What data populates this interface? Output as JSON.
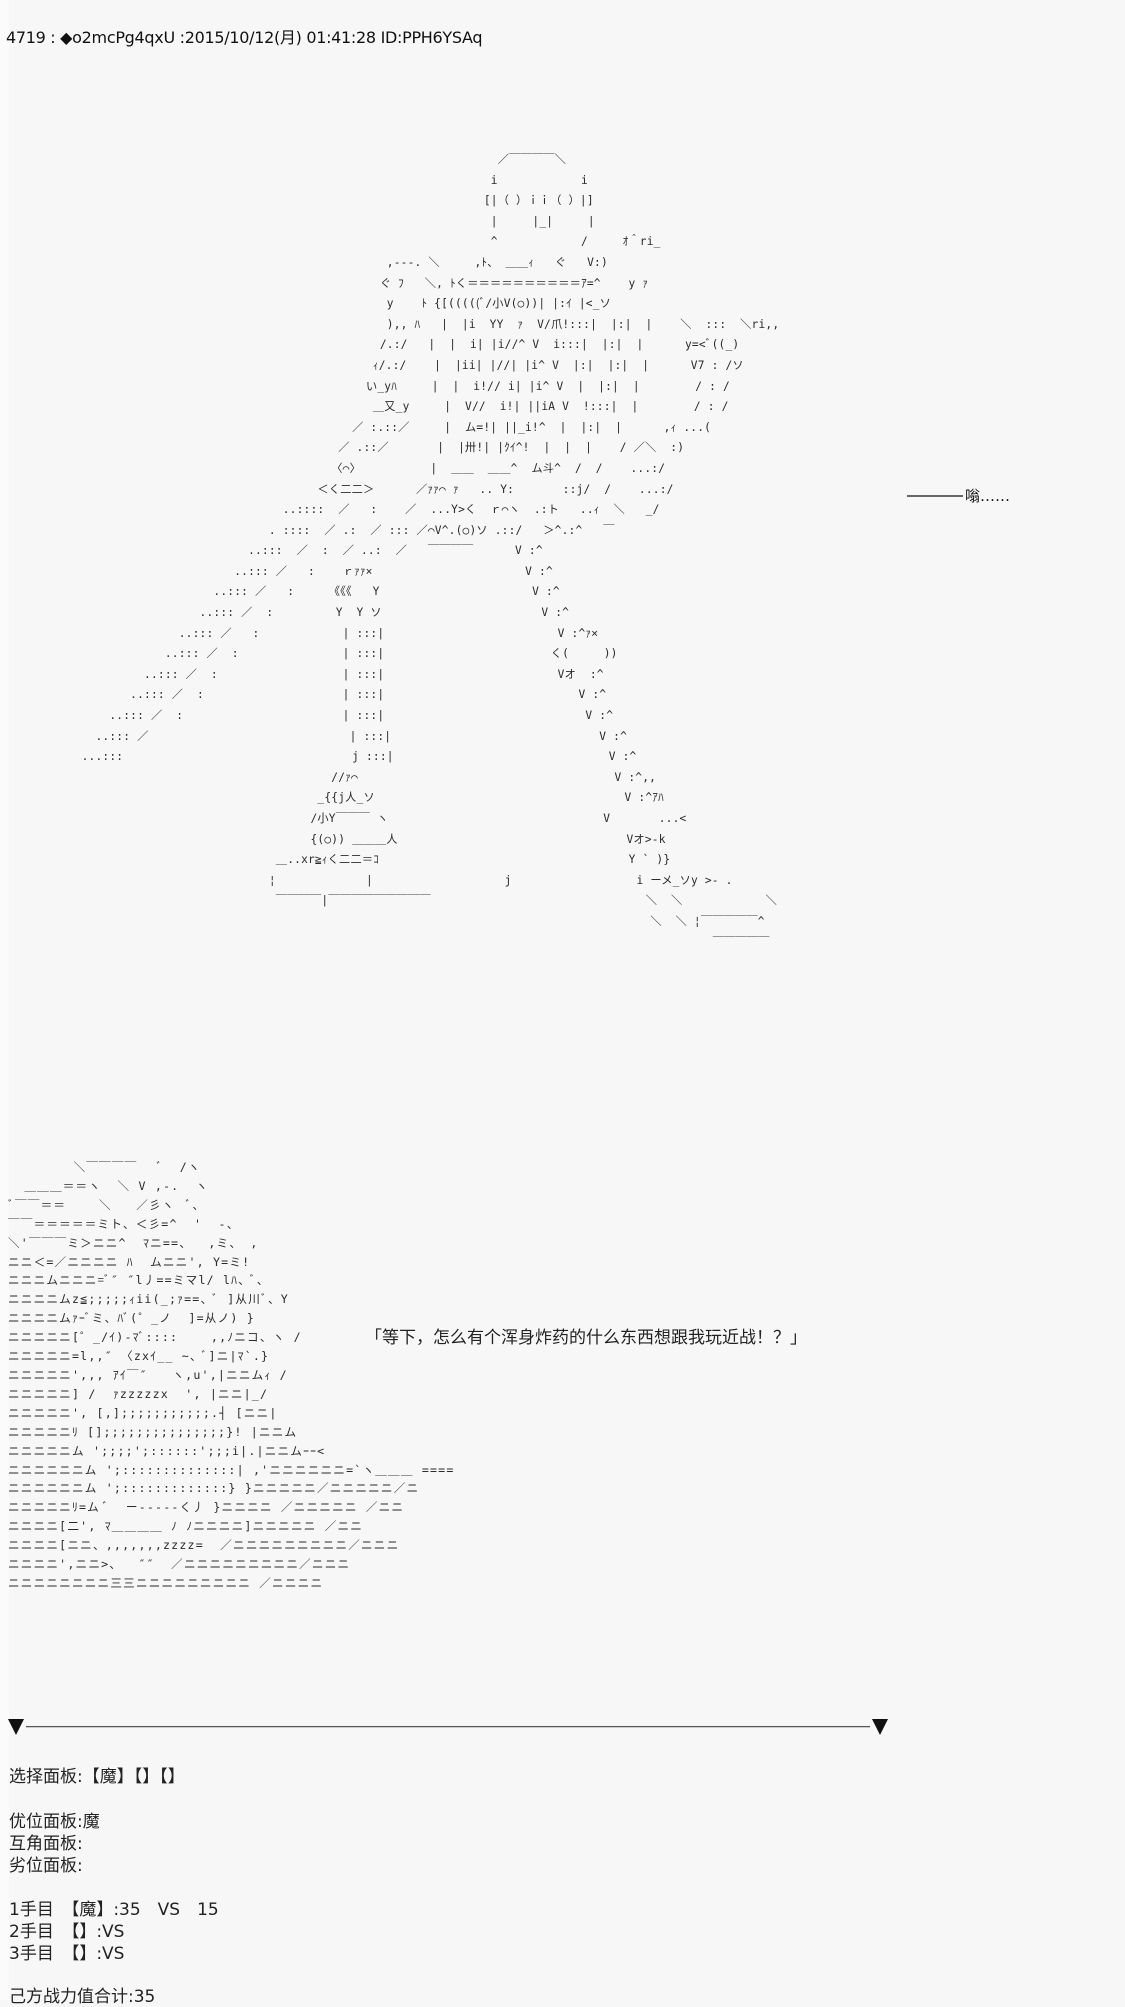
{
  "post": {
    "header": "4719 : ◆o2mcPg4qxU :2015/10/12(月) 01:41:28 ID:PPH6YSAq"
  },
  "art": {
    "robot_lines": [
      "                                                                  ／￣￣￣￣＼",
      "                                                                 i            i",
      "                                                                [|（ ）ｉｉ（ ）|]",
      "                                                                 |     |_|     |",
      "                                                                 ^            /     ｵ＾ri_",
      "                                                  ,-‐‐. ＼     ,ﾄ、 ＿＿ｨ   ぐ   V:)",
      "                                                 ぐ ﾌ   ＼, ﾄく＝＝＝＝＝＝＝＝＝＝ｱ=^    y ｧ",
      "                                                  y    ﾄ {[(((((ﾞ/小V(○))| |:ｲ |<_ソ",
      "                                                  ),, ﾊ   |  |i  YY  ｧ  V/爪!:::|  |:|  |    ＼  :::  ＼ri,,",
      "                                                 /.:/   |  |  i| |i//^ V  i:::|  |:|  |      y=<ﾞ((_)",
      "                                                ｨ/.:/    |  |ii| |//| |i^ V  |:|  |:|  |      V7 : /ソ",
      "                                               い_yﾊ     |  |  i!// i| |i^ V  |  |:|  |        / : /",
      "                                                ＿又_y     |  V//  i!| ||iA V  !:::|  |        / : /",
      "                                             ／ :.::／     |  ム=!| ||_i!^  |  |:|  |      ,ｨ ...(",
      "                                           ／ .::／       |  |卅!| |ｸｲ^!  |  |  |    / ／＼  :)",
      "                                          〈⌒〉          |  ＿＿  ＿＿^  ム斗^  /  /    ...:/",
      "                                        ＜く二二＞      ／ｧｧ⌒ ｧ   .. Y:       ::j/  /    ...:/",
      "                                   ..::::  ／   :    ／  ...Y>く  ｒ⌒ヽ  .:ト   ..ｨ  ＼   _/",
      "                                 . ::::  ／ .:  ／ ::: ／⌒V^.(○)ソ .::/   ＞^.:^   ￣",
      "                              ..:::  ／  :  ／ ..:  ／   ￣￣￣￣      V :^",
      "                            ..::: ／   :    ｒｧｧ×                      V :^",
      "                         ..::: ／   :     《《《   Y                      V :^",
      "                       ..::: ／  :         Y  Y ソ                       V :^",
      "                    ..::: ／   :            | :::|                         V :^ｧ×",
      "                  ..::: ／  :               | :::|                        く(     ))",
      "               ..::: ／  :                  | :::|                         Vオ  :^",
      "             ..::: ／  :                    | :::|                            V :^",
      "          ..::: ／  :                       | :::|                             V :^",
      "        ..::: ／                             | :::|                              V :^",
      "      ...:::                                 j :::|                               V :^",
      "                                          //ｧ⌒                                     V :^,,",
      "                                        _{{j人_ソ                                    V :^ｱﾊ",
      "                                       /小Y￣￣￣ ヽ                               V       ...<",
      "                                       {(○)) ＿＿＿人                                 Vオ>-k",
      "                                  ＿..xr≧ｨく二二＝ｺ                                    Y ` )}",
      "                                 ¦             |                   j                  i ーメ_ソy >- .",
      "                                  ￣￣￣￣|￣￣￣￣￣￣￣￣￣                               ＼  ＼            ＼",
      "                                                                                        ＼  ＼ ¦￣￣￣￣￣^",
      "                                                                                                 ￣￣￣￣￣"
    ],
    "face_lines": [
      "        ＼￣￣￣￣   ﾞ  /ヽ",
      "  ＿＿＿＝＝ヽ  ＼ V ,-.  ヽ",
      "ﾞ￣￣＝＝    ＼   ／彡ヽ  ﾞ、",
      "￣￣＝＝＝＝＝ミト、＜彡=^  '  -、",
      "＼'￣￣￣ミ＞ニニ^  ﾏニ==、  ,ミ、 ,",
      "ニニ＜=／ニニニニ ﾊ  ムニニ', Y=ミ!",
      "ニニニムニニニ=ﾞ″ ″l丿==ミマl/ lﾊ、ﾞ、",
      "ニニニニムz≦;;;;;ｨii(_;ｧ==、ﾞ ]从川ﾞ、Y",
      "ニニニニムｧｰﾞミ、ﾊﾞ(゜_ノ  ]=从ノ) }",
      "ニニニニニ[゜_/ｲ)-ﾏﾞ::::    ,,ﾉニコ、ヽ /",
      "ニニニニニ=l,,″ 〈zxｲ__ ~、ﾞ]ニ|ﾏ`.}",
      "ニニニニニ',,, ｱｲ￣″   ヽ,u',|ニニムｨ /",
      "ニニニニニ] /  ｧzzzzzx  ', |ニニ|_/",
      "ニニニニニ', [,];;;;;;;;;;;.┤ [ニニ|",
      "ニニニニニﾘ [];;;;;;;;;;;;;;;}! |ニニム",
      "ニニニニニム ';;;;';::::::';;;i|.|ニニムｰｰ<",
      "ニニニニニニム ';::::::::::::::| ,'ニニニニニニ=`ヽ＿＿＿ ====",
      "ニニニニニニム ';:::::::::::::} }ニニニニニ／ニニニニニ／ニ",
      "ニニニニニﾘ=ム ﾞ  ー-----く丿 }ニニニニ ／ニニニニニ ／ニニ",
      "ニニニニ[二', ﾏ＿＿＿＿ ﾉ ﾉニニニニ]ニニニニニ ／ニニ",
      "ニニニニ[ニニ、,,,,,,,zzzz=  ／ニニニニニニニニニ／ニニニ",
      "ニニニニ',ニニ>、  ″″  ／ニニニニニニニニニ／ニニニ",
      "ニニニニニニニニ三三ニニニニニニニニニ ／ニニニニ"
    ]
  },
  "sfx": {
    "dash": "——",
    "text": "嗡……"
  },
  "dialogue": "「等下，怎么有个浑身炸药的什么东西想跟我玩近战！？」",
  "separator": {
    "left_icon": "down-triangle",
    "right_icon": "down-triangle"
  },
  "status": {
    "select_panel": "选择面板:【魔】【】【】",
    "advantage_panel": "优位面板:魔",
    "even_panel": "互角面板:",
    "disadvantage_panel": "劣位面板:",
    "turns": [
      "1手目　【魔】:35　VS　15",
      "2手目　【】:VS",
      "3手目　【】:VS"
    ],
    "total_power": "己方战力值合计:35"
  }
}
